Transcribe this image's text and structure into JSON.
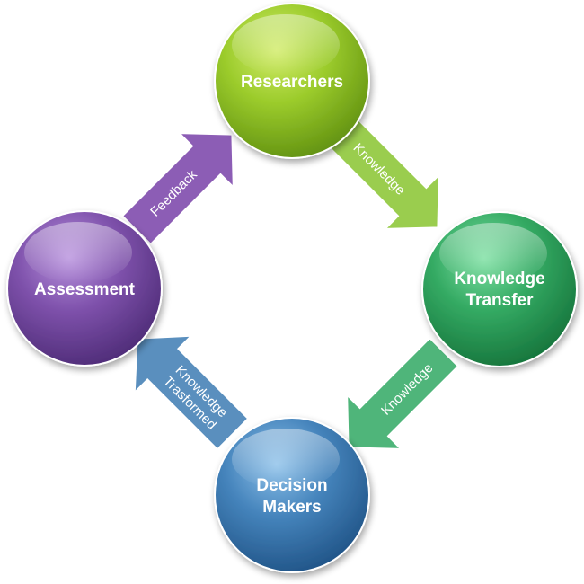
{
  "nodes": {
    "researchers": {
      "label": "Researchers",
      "color": "#8DC63F"
    },
    "knowledge_transfer": {
      "line1": "Knowledge",
      "line2": "Transfer",
      "color": "#2E9E5E"
    },
    "decision_makers": {
      "line1": "Decision",
      "line2": "Makers",
      "color": "#3A7CB8"
    },
    "assessment": {
      "label": "Assessment",
      "color": "#7B4FA8"
    }
  },
  "arrows": {
    "researchers_to_transfer": {
      "label": "Knowledge",
      "color": "#9ACD4E"
    },
    "transfer_to_decision": {
      "label": "Knowledge",
      "color": "#4FB57A"
    },
    "decision_to_assessment": {
      "line1": "Knowledge",
      "line2": "Trasformed",
      "color": "#5A8FBE"
    },
    "assessment_to_researchers": {
      "label": "Feedback",
      "color": "#8C5DB5"
    }
  }
}
